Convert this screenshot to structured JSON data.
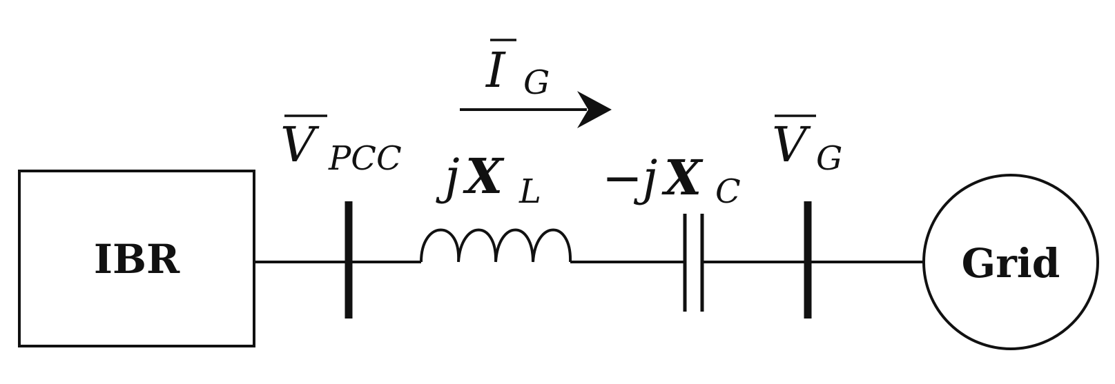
{
  "diagram": {
    "blocks": {
      "ibr_label": "IBR",
      "grid_label": "Grid"
    },
    "current": {
      "symbol": "I",
      "subscript": "G"
    },
    "vpcc": {
      "symbol": "V",
      "subscript": "PCC"
    },
    "inductor": {
      "prefix": "j",
      "symbol": "X",
      "subscript": "L"
    },
    "capacitor": {
      "prefix": "−j",
      "symbol": "X",
      "subscript": "C"
    },
    "vg": {
      "symbol": "V",
      "subscript": "G"
    }
  }
}
